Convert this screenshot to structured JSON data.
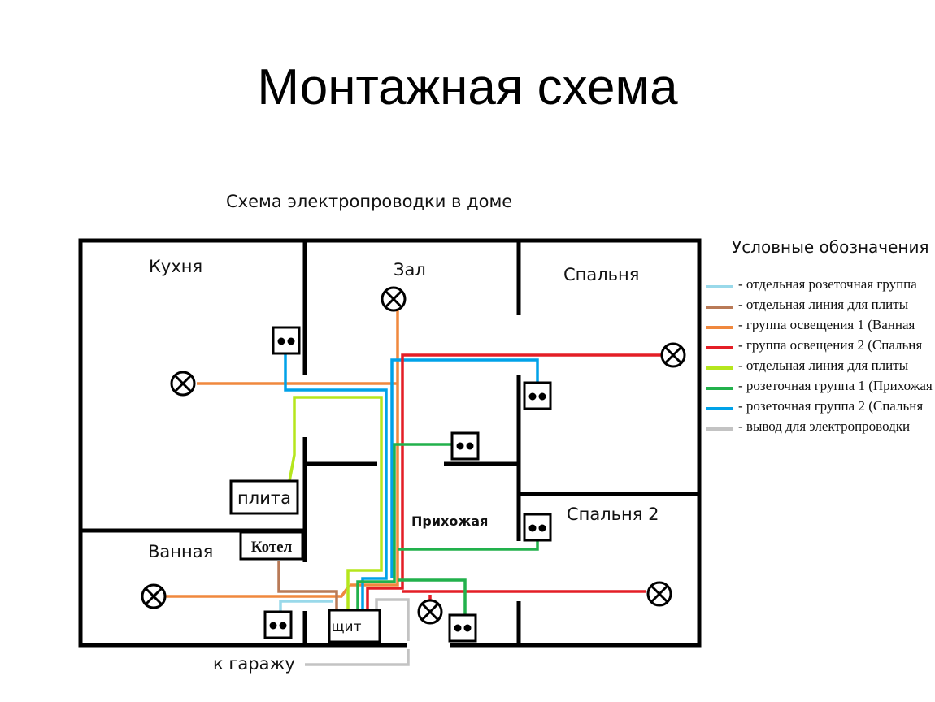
{
  "title": "Монтажная схема",
  "subtitle": "Схема электропроводки в доме",
  "legend": {
    "title": "Условные обозначения",
    "items": [
      {
        "color": "#99d9ea",
        "text": "- отдельная розеточная группа"
      },
      {
        "color": "#b97a57",
        "text": "- отдельная линия для плиты"
      },
      {
        "color": "#f0883e",
        "text": "- группа освещения 1 (Ванная"
      },
      {
        "color": "#e41e26",
        "text": "- группа освещения 2 (Спальня"
      },
      {
        "color": "#b5e61d",
        "text": "- отдельная линия для плиты"
      },
      {
        "color": "#22b14c",
        "text": "- розеточная группа 1 (Прихожая"
      },
      {
        "color": "#00a2e8",
        "text": "- розеточная группа 2 (Спальня"
      },
      {
        "color": "#c3c3c3",
        "text": "- вывод для электропроводки"
      }
    ]
  },
  "rooms": {
    "kitchen": "Кухня",
    "hall": "Зал",
    "bedroom": "Спальня",
    "bedroom2": "Спальня 2",
    "bathroom": "Ванная",
    "hallway": "Прихожая"
  },
  "boxes": {
    "stove": "плита",
    "boiler": "Котел",
    "panel": "щит"
  },
  "garage_label": "к гаражу"
}
